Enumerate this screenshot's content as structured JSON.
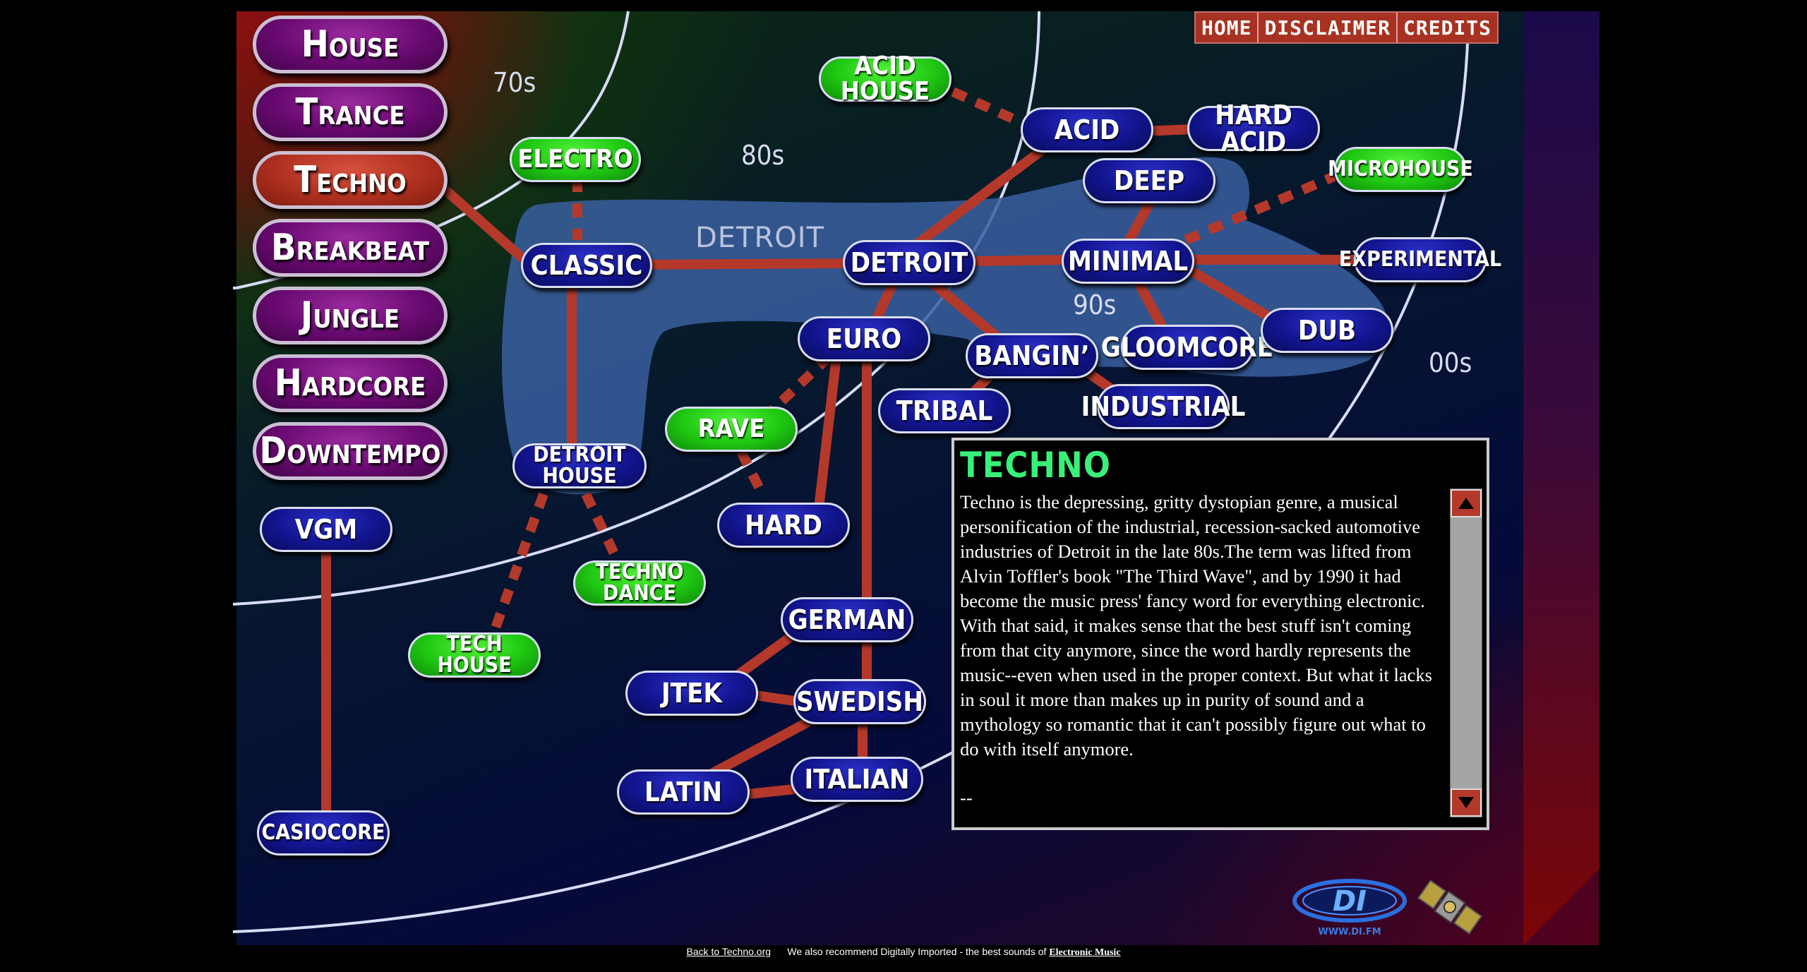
{
  "nav": {
    "home": "HOME",
    "disclaimer": "DISCLAIMER",
    "credits": "CREDITS"
  },
  "genres": [
    "House",
    "Trance",
    "Techno",
    "Breakbeat",
    "Jungle",
    "Hardcore",
    "Downtempo"
  ],
  "active_genre": "Techno",
  "eras": {
    "seventies": "70s",
    "eighties": "80s",
    "nineties": "90s",
    "two_thousands": "00s"
  },
  "region_label": "DETROIT",
  "nodes": {
    "acid_house": "ACID HOUSE",
    "electro": "ELECTRO",
    "classic": "CLASSIC",
    "acid": "ACID",
    "hard_acid": "HARD ACID",
    "deep": "DEEP",
    "microhouse": "MICROHOUSE",
    "detroit": "DETROIT",
    "minimal": "MINIMAL",
    "experimental": "EXPERIMENTAL",
    "euro": "EURO",
    "bangin": "BANGIN’",
    "gloomcore": "GLOOMCORE",
    "dub": "DUB",
    "tribal": "TRIBAL",
    "industrial": "INDUSTRIAL",
    "rave": "RAVE",
    "detroit_house_1": "DETROIT",
    "detroit_house_2": "HOUSE",
    "hard": "HARD",
    "vgm": "VGM",
    "techno_dance": "TECHNO DANCE",
    "tech_house_1": "TECH",
    "tech_house_2": "HOUSE",
    "german": "GERMAN",
    "jtek": "JTEK",
    "swedish": "SWEDISH",
    "latin": "LATIN",
    "italian": "ITALIAN",
    "casiocore": "CASIOCORE"
  },
  "info": {
    "title": "TECHNO",
    "body": "Techno is the depressing, gritty dystopian genre, a musical personification of the industrial, recession-sacked automotive industries of Detroit in the late 80s.The term was lifted from Alvin Toffler's book \"The Third Wave\", and by 1990 it had become the music press' fancy word for everything electronic. With that said, it makes sense that the best stuff isn't coming from that city anymore, since the word hardly represents the music--even when used in the proper context. But what it lacks in soul it more than makes up in purity of sound and a mythology so romantic that it can't possibly figure out what to do with itself anymore.",
    "tail": "--"
  },
  "logo": {
    "di_text": "DI",
    "di_url_text": "WWW.DI.FM"
  },
  "footer": {
    "back_link": "Back to Techno.org",
    "recommend": "We also recommend Digitally Imported - the best sounds of",
    "electronic": "Electronic Music"
  },
  "colors": {
    "link": "#b5392a",
    "node_blue": "#12158f",
    "node_green": "#1fc712",
    "active_genre": "#b0301f",
    "genre": "#6a0a72",
    "region": "#3a5fa0"
  },
  "icons": [
    "scroll-up-arrow-icon",
    "scroll-down-arrow-icon",
    "di-fm-logo-icon",
    "satellite-icon"
  ]
}
